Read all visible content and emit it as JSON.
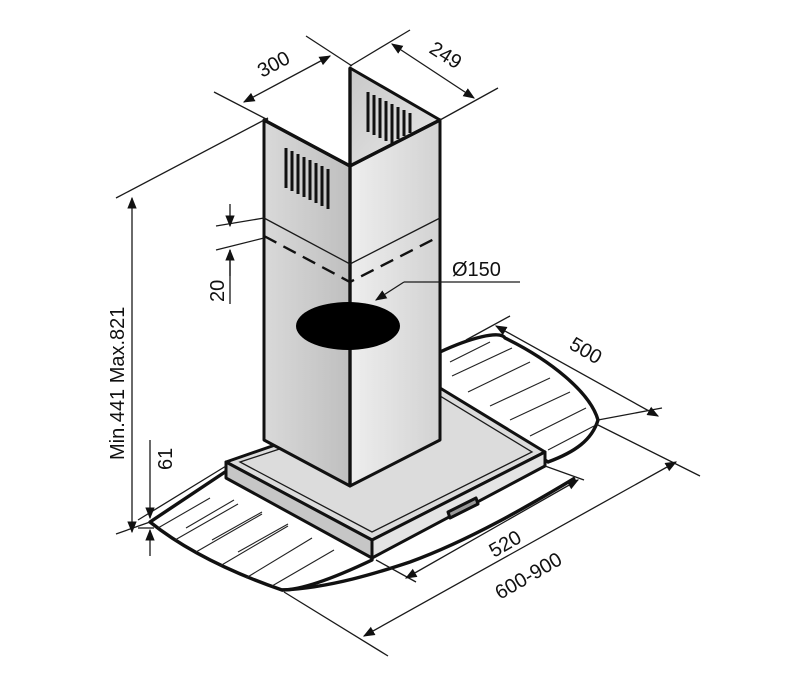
{
  "diagram": {
    "labels": {
      "chimney_depth": "300",
      "chimney_width": "249",
      "overlap": "20",
      "duct_diameter": "Ø150",
      "canopy_depth": "500",
      "body_width": "520",
      "glass_width": "600-900",
      "glass_height": "61",
      "total_height": "Min.441   Max.821"
    },
    "colors": {
      "stroke": "#111111",
      "steel_light": "#e6e6e6",
      "steel_mid": "#d4d4d4",
      "steel_dark": "#b8b8b8",
      "duct_opening": "#000000",
      "background": "#ffffff"
    }
  }
}
